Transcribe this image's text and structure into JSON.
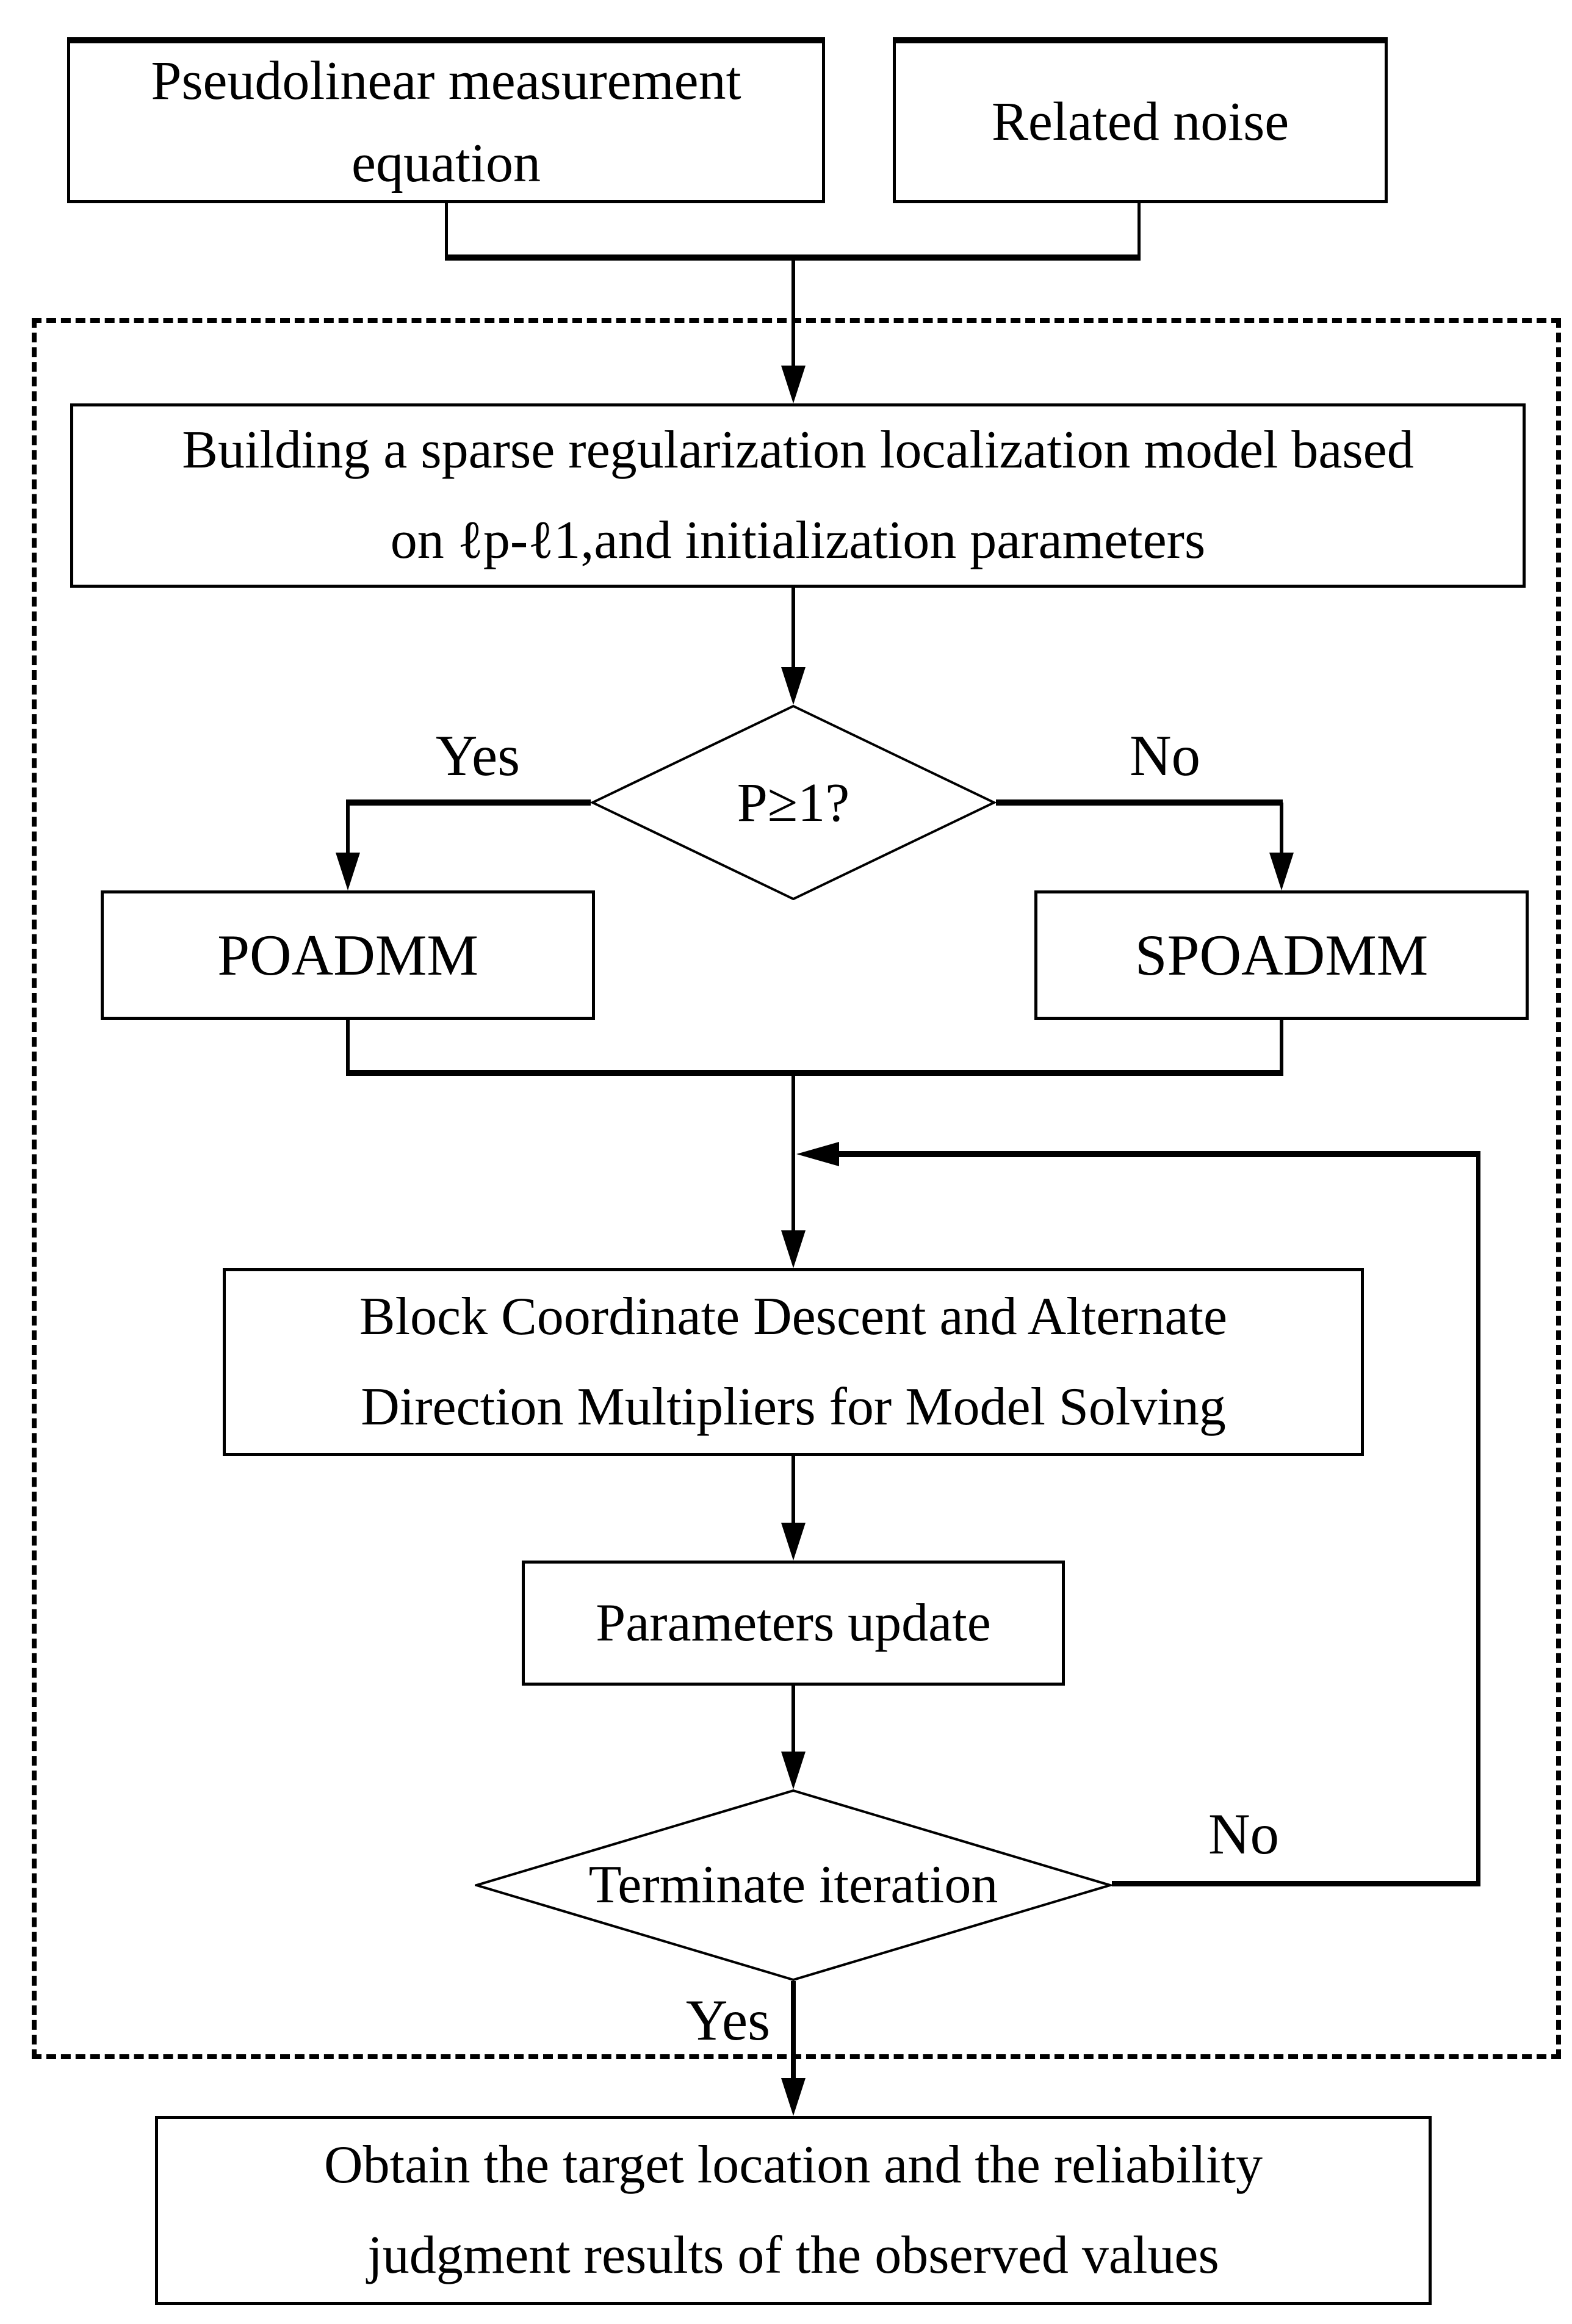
{
  "figure": {
    "type": "flowchart",
    "background": "#ffffff",
    "line_color": "#000000",
    "nodes": {
      "pseudolinear": {
        "label": "Pseudolinear measurement equation"
      },
      "related_noise": {
        "label": "Related noise"
      },
      "building": {
        "lines": [
          "Building a sparse regularization localization model based",
          "on ℓp-ℓ1,and initialization parameters"
        ]
      },
      "decision_p": {
        "label": "P≥1?"
      },
      "poadmm": {
        "label": "POADMM"
      },
      "spoadmm": {
        "label": "SPOADMM"
      },
      "block_solver": {
        "lines": [
          "Block Coordinate Descent and Alternate",
          "Direction Multipliers for Model Solving"
        ]
      },
      "parameters_update": {
        "label": "Parameters update"
      },
      "decision_terminate": {
        "label": "Terminate iteration"
      },
      "obtain_result": {
        "lines": [
          "Obtain the target location and the reliability",
          "judgment results of the observed values"
        ]
      }
    },
    "edge_labels": {
      "p_yes": "Yes",
      "p_no": "No",
      "terminate_no": "No",
      "terminate_yes": "Yes"
    }
  }
}
